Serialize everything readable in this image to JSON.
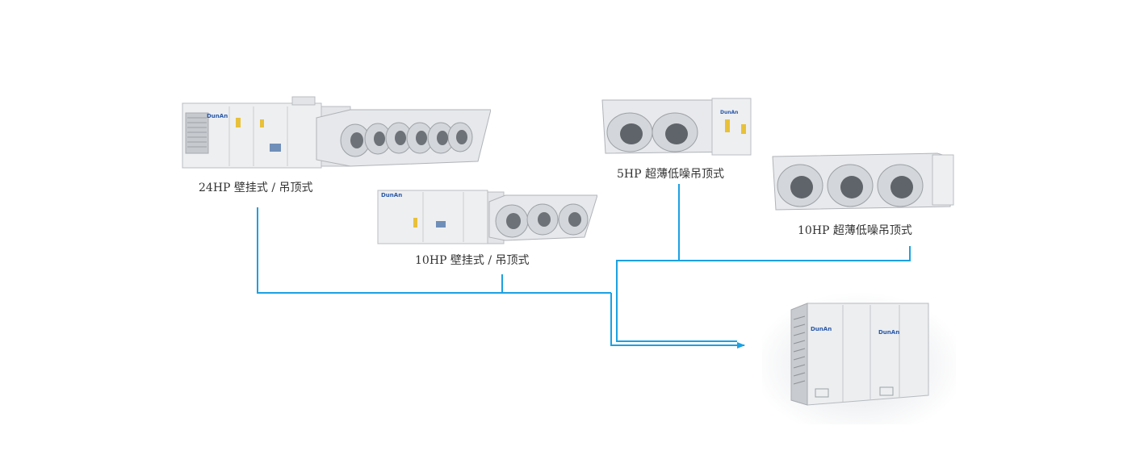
{
  "diagram": {
    "indoor_units": [
      {
        "label": "24HP 壁挂式 / 吊顶式",
        "brand": "DunAn"
      },
      {
        "label": "10HP 壁挂式 / 吊顶式",
        "brand": "DunAn"
      },
      {
        "label": "5HP 超薄低噪吊顶式",
        "brand": "DunAn"
      },
      {
        "label": "10HP 超薄低噪吊顶式",
        "brand": ""
      }
    ],
    "outdoor_unit": {
      "brand": "DunAn"
    },
    "colors": {
      "connector_line": "#1ba1e2",
      "unit_body": "#ecedef"
    }
  }
}
